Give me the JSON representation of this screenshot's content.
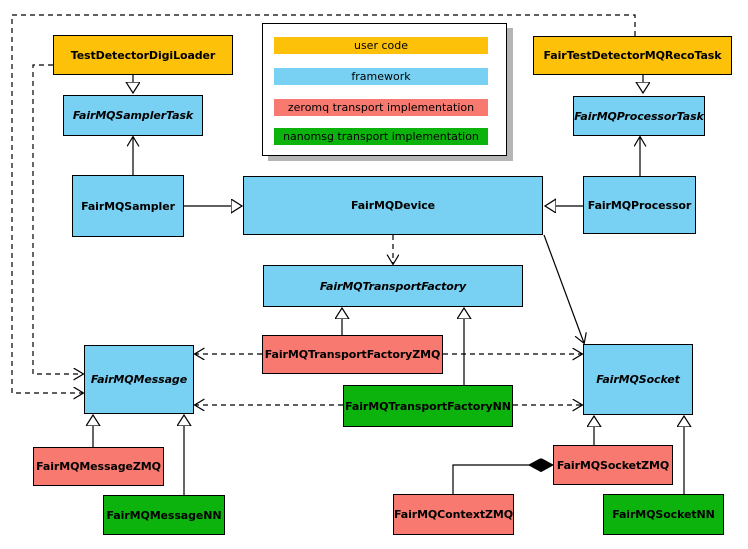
{
  "colors": {
    "user_code": "#fcc108",
    "framework": "#78d1f3",
    "zeromq": "#f8796f",
    "nanomsg": "#0db30d",
    "line": "#000000",
    "background": "#ffffff"
  },
  "legend": {
    "items": [
      {
        "label": "user code",
        "color_key": "user_code"
      },
      {
        "label": "framework",
        "color_key": "framework"
      },
      {
        "label": "zeromq transport implementation",
        "color_key": "zeromq"
      },
      {
        "label": "nanomsg transport implementation",
        "color_key": "nanomsg"
      }
    ]
  },
  "nodes": [
    {
      "label": "TestDetectorDigiLoader",
      "color_key": "user_code",
      "abstract": false
    },
    {
      "label": "FairTestDetectorMQRecoTask",
      "color_key": "user_code",
      "abstract": false
    },
    {
      "label": "FairMQSamplerTask",
      "color_key": "framework",
      "abstract": true
    },
    {
      "label": "FairMQProcessorTask",
      "color_key": "framework",
      "abstract": true
    },
    {
      "label": "FairMQSampler",
      "color_key": "framework",
      "abstract": false
    },
    {
      "label": "FairMQDevice",
      "color_key": "framework",
      "abstract": false
    },
    {
      "label": "FairMQProcessor",
      "color_key": "framework",
      "abstract": false
    },
    {
      "label": "FairMQTransportFactory",
      "color_key": "framework",
      "abstract": true
    },
    {
      "label": "FairMQTransportFactoryZMQ",
      "color_key": "zeromq",
      "abstract": false
    },
    {
      "label": "FairMQTransportFactoryNN",
      "color_key": "nanomsg",
      "abstract": false
    },
    {
      "label": "FairMQMessage",
      "color_key": "framework",
      "abstract": true
    },
    {
      "label": "FairMQSocket",
      "color_key": "framework",
      "abstract": true
    },
    {
      "label": "FairMQMessageZMQ",
      "color_key": "zeromq",
      "abstract": false
    },
    {
      "label": "FairMQMessageNN",
      "color_key": "nanomsg",
      "abstract": false
    },
    {
      "label": "FairMQContextZMQ",
      "color_key": "zeromq",
      "abstract": false
    },
    {
      "label": "FairMQSocketZMQ",
      "color_key": "zeromq",
      "abstract": false
    },
    {
      "label": "FairMQSocketNN",
      "color_key": "nanomsg",
      "abstract": false
    }
  ],
  "edges": [
    {
      "from": "TestDetectorDigiLoader",
      "to": "FairMQSamplerTask",
      "type": "inheritance-hollow-triangle",
      "line": "solid"
    },
    {
      "from": "FairTestDetectorMQRecoTask",
      "to": "FairMQProcessorTask",
      "type": "inheritance-hollow-triangle",
      "line": "solid"
    },
    {
      "from": "FairMQSampler",
      "to": "FairMQSamplerTask",
      "type": "vee-arrow",
      "line": "solid"
    },
    {
      "from": "FairMQProcessor",
      "to": "FairMQProcessorTask",
      "type": "vee-arrow",
      "line": "solid"
    },
    {
      "from": "FairMQSampler",
      "to": "FairMQDevice",
      "type": "inheritance-hollow-triangle",
      "line": "solid"
    },
    {
      "from": "FairMQProcessor",
      "to": "FairMQDevice",
      "type": "inheritance-hollow-triangle",
      "line": "solid"
    },
    {
      "from": "FairMQDevice",
      "to": "FairMQTransportFactory",
      "type": "vee-arrow",
      "line": "dashed"
    },
    {
      "from": "FairMQDevice",
      "to": "FairMQSocket",
      "type": "vee-arrow",
      "line": "solid"
    },
    {
      "from": "TestDetectorDigiLoader",
      "to": "FairMQMessage",
      "type": "vee-arrow",
      "line": "dashed"
    },
    {
      "from": "FairTestDetectorMQRecoTask",
      "to": "FairMQMessage",
      "type": "vee-arrow",
      "line": "dashed"
    },
    {
      "from": "FairMQTransportFactoryZMQ",
      "to": "FairMQTransportFactory",
      "type": "inheritance-hollow-triangle",
      "line": "solid"
    },
    {
      "from": "FairMQTransportFactoryNN",
      "to": "FairMQTransportFactory",
      "type": "inheritance-hollow-triangle",
      "line": "solid"
    },
    {
      "from": "FairMQTransportFactoryZMQ",
      "to": "FairMQMessage",
      "type": "vee-arrow",
      "line": "dashed"
    },
    {
      "from": "FairMQTransportFactoryZMQ",
      "to": "FairMQSocket",
      "type": "vee-arrow",
      "line": "dashed"
    },
    {
      "from": "FairMQTransportFactoryNN",
      "to": "FairMQMessage",
      "type": "vee-arrow",
      "line": "dashed"
    },
    {
      "from": "FairMQTransportFactoryNN",
      "to": "FairMQSocket",
      "type": "vee-arrow",
      "line": "dashed"
    },
    {
      "from": "FairMQMessageZMQ",
      "to": "FairMQMessage",
      "type": "inheritance-hollow-triangle",
      "line": "solid"
    },
    {
      "from": "FairMQMessageNN",
      "to": "FairMQMessage",
      "type": "inheritance-hollow-triangle",
      "line": "solid"
    },
    {
      "from": "FairMQSocketZMQ",
      "to": "FairMQSocket",
      "type": "inheritance-hollow-triangle",
      "line": "solid"
    },
    {
      "from": "FairMQSocketNN",
      "to": "FairMQSocket",
      "type": "inheritance-hollow-triangle",
      "line": "solid"
    },
    {
      "from": "FairMQContextZMQ",
      "to": "FairMQSocketZMQ",
      "type": "composition-filled-diamond",
      "line": "solid"
    }
  ]
}
